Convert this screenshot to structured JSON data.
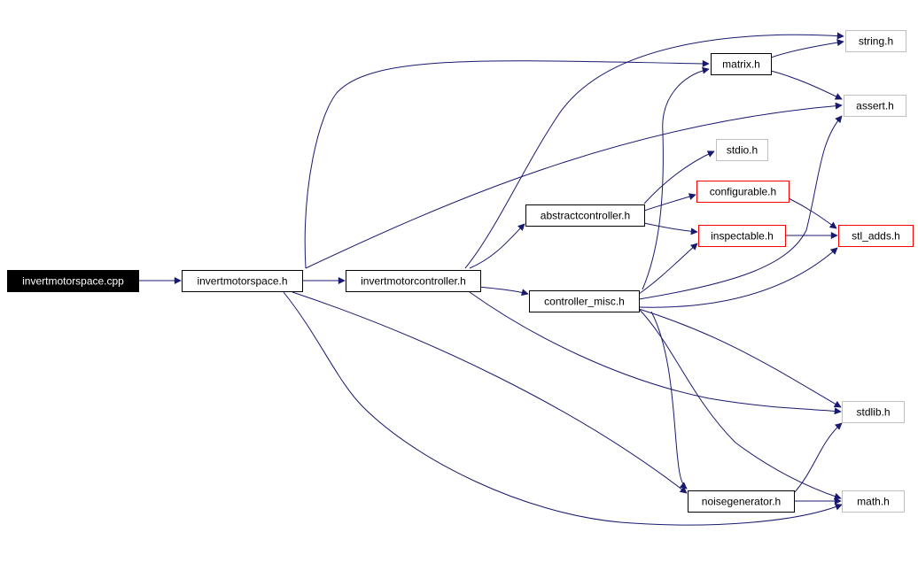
{
  "nodes": [
    {
      "id": "invertmotorspace_cpp",
      "label": "invertmotorspace.cpp",
      "style": "root"
    },
    {
      "id": "invertmotorspace_h",
      "label": "invertmotorspace.h",
      "style": "normal"
    },
    {
      "id": "invertmotorcontroller_h",
      "label": "invertmotorcontroller.h",
      "style": "normal"
    },
    {
      "id": "abstractcontroller_h",
      "label": "abstractcontroller.h",
      "style": "normal"
    },
    {
      "id": "controller_misc_h",
      "label": "controller_misc.h",
      "style": "normal"
    },
    {
      "id": "matrix_h",
      "label": "matrix.h",
      "style": "normal"
    },
    {
      "id": "noisegenerator_h",
      "label": "noisegenerator.h",
      "style": "normal"
    },
    {
      "id": "configurable_h",
      "label": "configurable.h",
      "style": "red"
    },
    {
      "id": "inspectable_h",
      "label": "inspectable.h",
      "style": "red"
    },
    {
      "id": "stl_adds_h",
      "label": "stl_adds.h",
      "style": "red"
    },
    {
      "id": "string_h",
      "label": "string.h",
      "style": "system"
    },
    {
      "id": "assert_h",
      "label": "assert.h",
      "style": "system"
    },
    {
      "id": "stdio_h",
      "label": "stdio.h",
      "style": "system"
    },
    {
      "id": "stdlib_h",
      "label": "stdlib.h",
      "style": "system"
    },
    {
      "id": "math_h",
      "label": "math.h",
      "style": "system"
    }
  ],
  "edges": [
    [
      "invertmotorspace_cpp",
      "invertmotorspace_h"
    ],
    [
      "invertmotorspace_h",
      "invertmotorcontroller_h"
    ],
    [
      "invertmotorspace_h",
      "matrix_h"
    ],
    [
      "invertmotorspace_h",
      "assert_h"
    ],
    [
      "invertmotorspace_h",
      "noisegenerator_h"
    ],
    [
      "invertmotorspace_h",
      "math_h"
    ],
    [
      "invertmotorcontroller_h",
      "string_h"
    ],
    [
      "invertmotorcontroller_h",
      "abstractcontroller_h"
    ],
    [
      "invertmotorcontroller_h",
      "controller_misc_h"
    ],
    [
      "invertmotorcontroller_h",
      "stdlib_h"
    ],
    [
      "abstractcontroller_h",
      "stdio_h"
    ],
    [
      "abstractcontroller_h",
      "configurable_h"
    ],
    [
      "abstractcontroller_h",
      "inspectable_h"
    ],
    [
      "controller_misc_h",
      "matrix_h"
    ],
    [
      "controller_misc_h",
      "inspectable_h"
    ],
    [
      "controller_misc_h",
      "assert_h"
    ],
    [
      "controller_misc_h",
      "stl_adds_h"
    ],
    [
      "controller_misc_h",
      "stdlib_h"
    ],
    [
      "controller_misc_h",
      "math_h"
    ],
    [
      "controller_misc_h",
      "noisegenerator_h"
    ],
    [
      "matrix_h",
      "string_h"
    ],
    [
      "matrix_h",
      "assert_h"
    ],
    [
      "configurable_h",
      "stl_adds_h"
    ],
    [
      "inspectable_h",
      "stl_adds_h"
    ],
    [
      "noisegenerator_h",
      "stdlib_h"
    ],
    [
      "noisegenerator_h",
      "math_h"
    ]
  ],
  "colors": {
    "edge": "#191970",
    "root_fill": "#000000",
    "root_text": "#ffffff",
    "normal_border": "#000000",
    "red_border": "#ff0000",
    "system_border": "#bfbfbf",
    "text": "#000000"
  }
}
